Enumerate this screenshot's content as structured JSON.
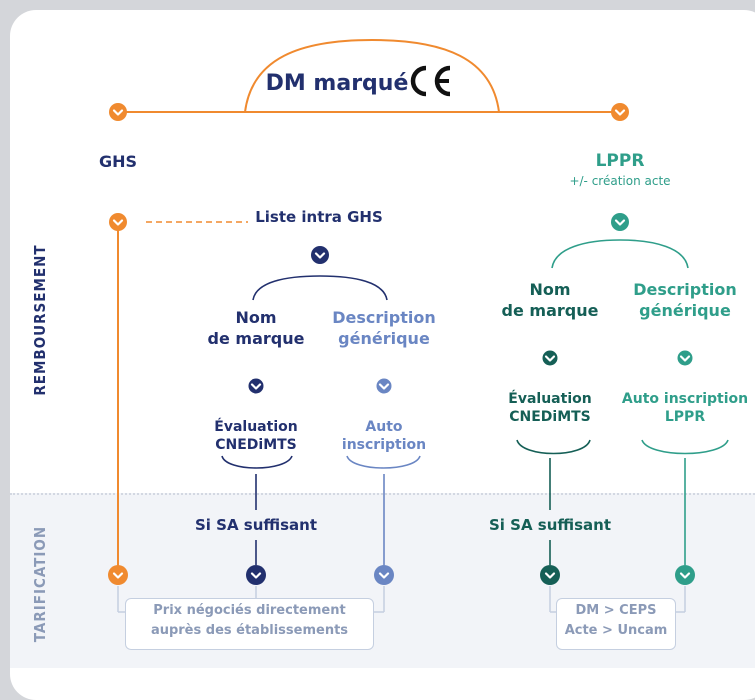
{
  "top": {
    "title": "DM marqué",
    "ce_mark": "CE"
  },
  "ghs": {
    "title": "GHS",
    "liste": "Liste intra GHS",
    "nom_marque": [
      "Nom",
      "de marque"
    ],
    "description": [
      "Description",
      "générique"
    ],
    "evaluation": [
      "Évaluation",
      "CNEDiMTS"
    ],
    "auto": [
      "Auto",
      "inscription"
    ],
    "sa": "Si SA suffisant",
    "box": [
      "Prix négociés directement",
      "auprès des établissements"
    ]
  },
  "lppr": {
    "title": "LPPR",
    "subtitle": "+/- création acte",
    "nom_marque": [
      "Nom",
      "de marque"
    ],
    "description": [
      "Description",
      "générique"
    ],
    "evaluation": [
      "Évaluation",
      "CNEDiMTS"
    ],
    "auto": [
      "Auto inscription",
      "LPPR"
    ],
    "sa": "Si SA suffisant",
    "box": [
      "DM > CEPS",
      "Acte > Uncam"
    ]
  },
  "sections": {
    "remboursement": "REMBOURSEMENT",
    "tarification": "TARIFICATION"
  },
  "colors": {
    "orange": "#f08a2f",
    "navy": "#22306e",
    "blue": "#6a86c3",
    "teal": "#2f9e8a",
    "dark_teal": "#155f56",
    "grey": "#8b9ab7"
  }
}
